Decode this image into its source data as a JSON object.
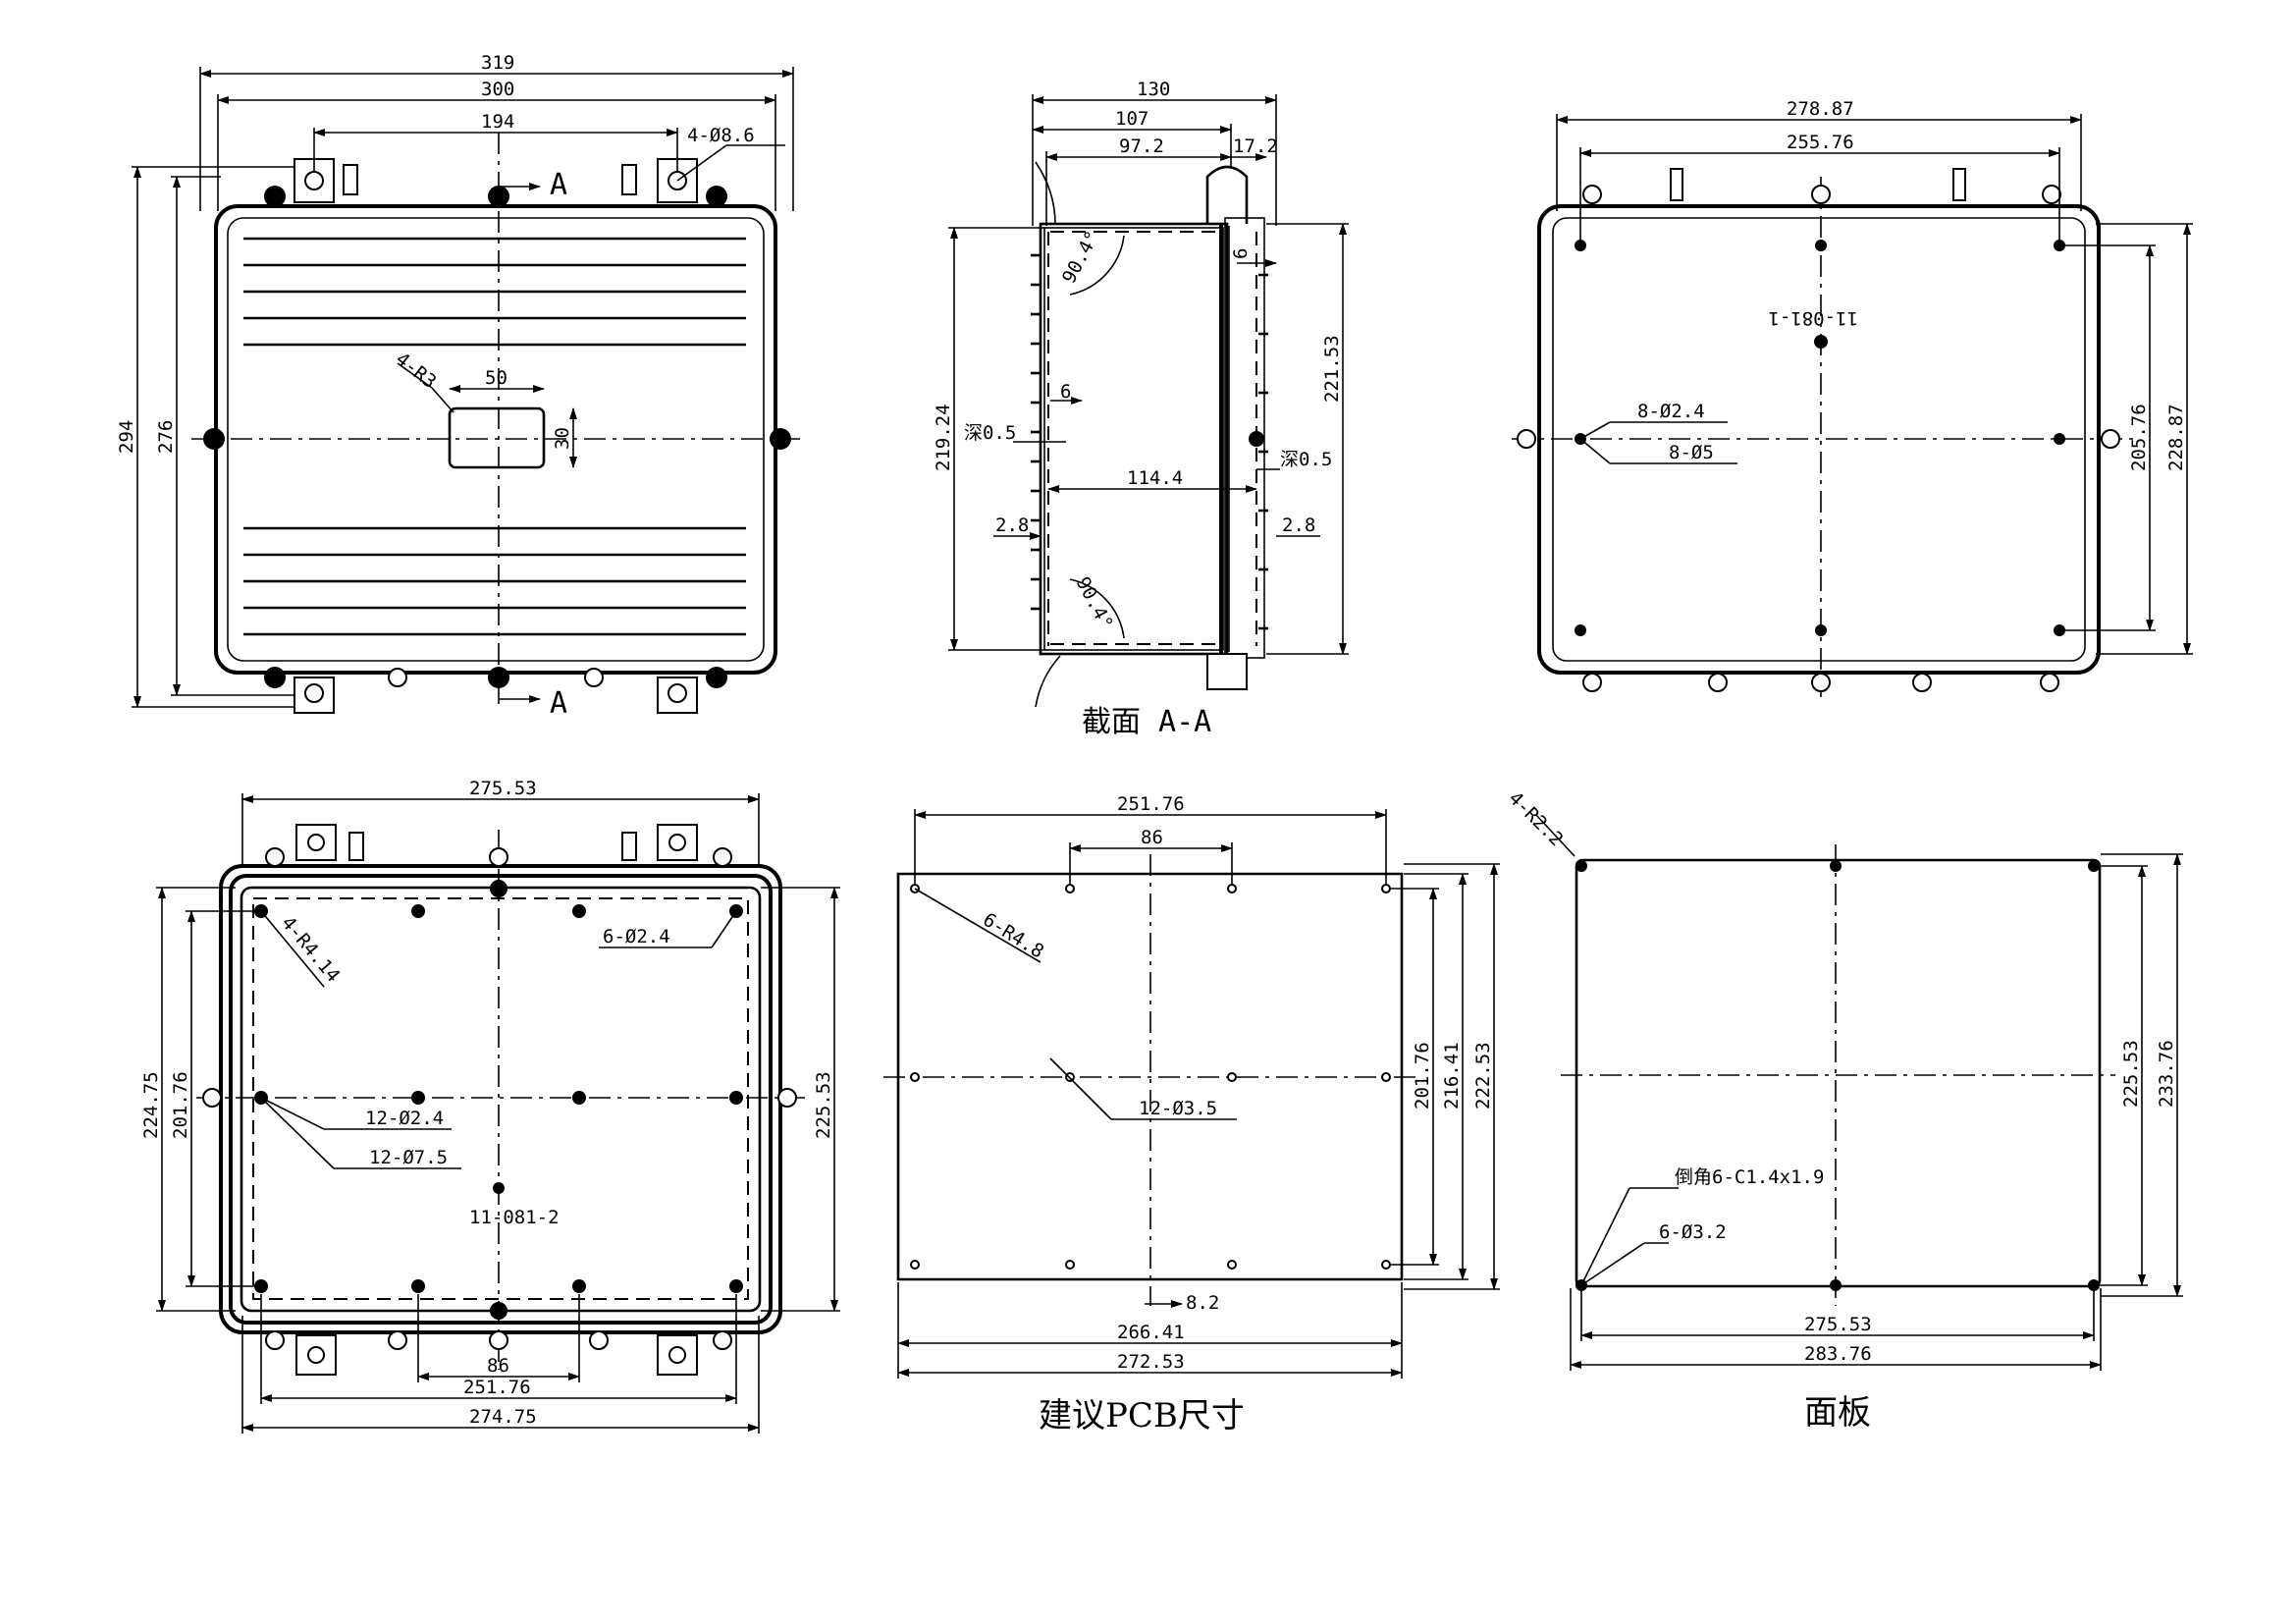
{
  "views": {
    "top": {
      "dims": [
        "319",
        "300",
        "194",
        "4-Ø8.6",
        "294",
        "276",
        "50",
        "4-R3",
        "30"
      ],
      "section_marks": [
        "A",
        "A"
      ]
    },
    "section": {
      "dims": [
        "130",
        "107",
        "97.2",
        "17.2",
        "6",
        "219.24",
        "221.53",
        "深0.5",
        "深0.5",
        "6",
        "114.4",
        "2.8",
        "2.8",
        "90.4°",
        "90.4°"
      ],
      "caption": "截面 A-A"
    },
    "bottom_top": {
      "dims": [
        "278.87",
        "255.76",
        "8-Ø2.4",
        "8-Ø5",
        "205.76",
        "228.87"
      ],
      "part_no": "11-081-1"
    },
    "inside": {
      "dims": [
        "275.53",
        "4-R4.14",
        "6-Ø2.4",
        "224.75",
        "201.76",
        "225.53",
        "12-Ø2.4",
        "12-Ø7.5",
        "86",
        "251.76",
        "274.75"
      ],
      "part_no": "11-081-2"
    },
    "pcb": {
      "dims": [
        "251.76",
        "86",
        "6-R4.8",
        "12-Ø3.5",
        "201.76",
        "216.41",
        "222.53",
        "8.2",
        "266.41",
        "272.53"
      ],
      "caption": "建议PCB尺寸"
    },
    "panel": {
      "dims": [
        "4-R2.2",
        "225.53",
        "233.76",
        "倒角6-C1.4x1.9",
        "6-Ø3.2",
        "275.53",
        "283.76"
      ],
      "caption": "面板"
    }
  }
}
